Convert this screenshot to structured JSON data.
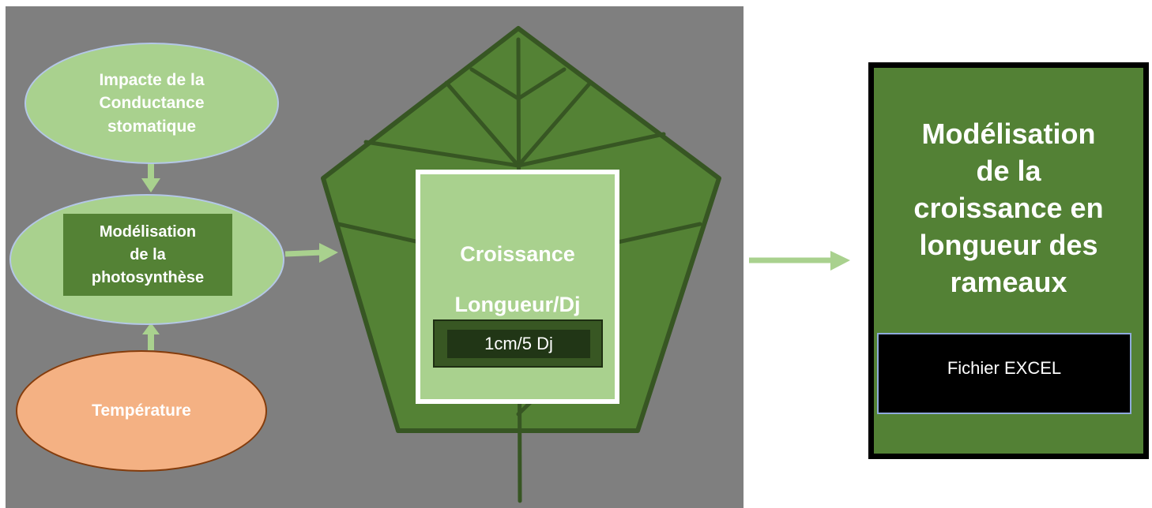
{
  "diagram": {
    "nodes": {
      "conductance": {
        "label_lines": [
          "Impacte de la",
          "Conductance",
          "stomatique"
        ]
      },
      "photosynthese": {
        "label_lines": [
          "Modélisation",
          "de la",
          "photosynthèse"
        ]
      },
      "temperature": {
        "label": "Température"
      },
      "croissance": {
        "title": "Croissance",
        "subtitle": "Longueur/Dj",
        "rate": "1cm/5 Dj"
      },
      "output": {
        "title_lines": [
          "Modélisation",
          "de la",
          "croissance en",
          "longueur des",
          "rameaux"
        ],
        "file_label": "Fichier EXCEL"
      }
    },
    "edges": [
      {
        "from": "conductance",
        "to": "photosynthese"
      },
      {
        "from": "temperature",
        "to": "photosynthese"
      },
      {
        "from": "photosynthese",
        "to": "croissance"
      },
      {
        "from": "croissance",
        "to": "output"
      }
    ],
    "colors": {
      "panel": "#7f7f7f",
      "light_green": "#a9d18e",
      "leaf_green": "#548235",
      "leaf_dark": "#375623",
      "temperature_fill": "#f4b183",
      "arrow": "#a9d18e"
    }
  }
}
